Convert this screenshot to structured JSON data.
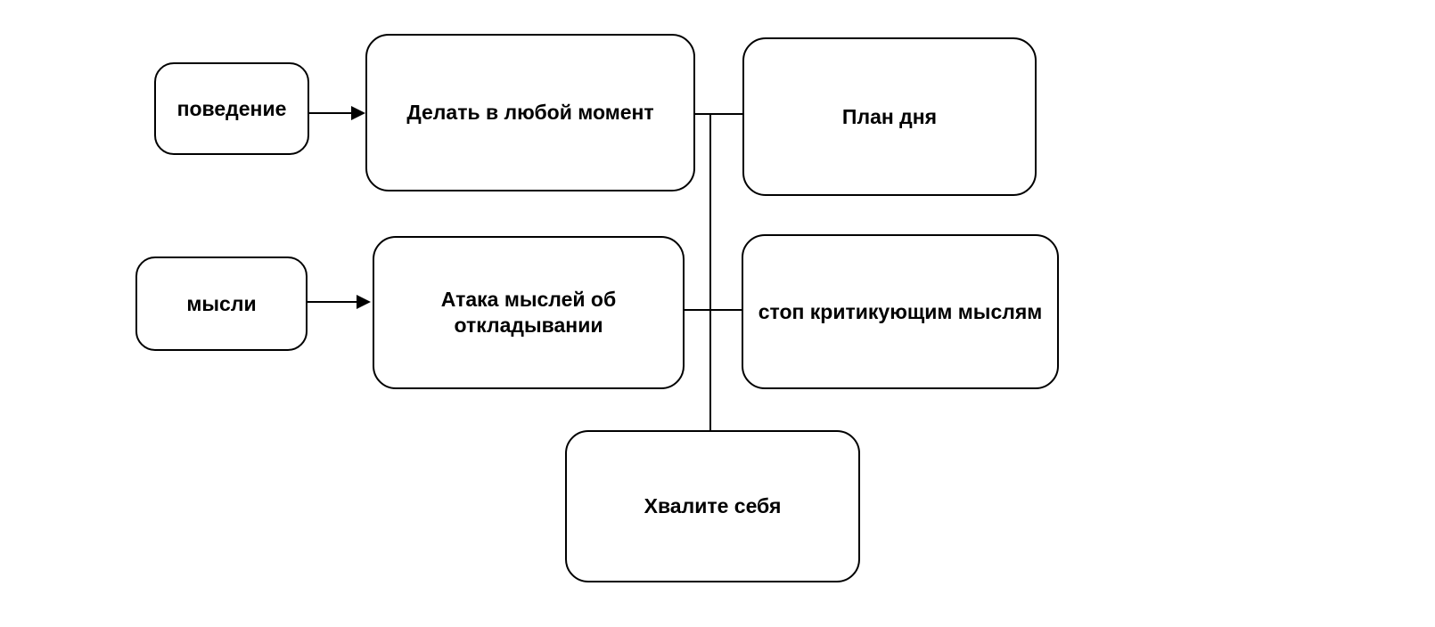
{
  "diagram": {
    "type": "flowchart",
    "colors": {
      "background": "#ffffff",
      "stroke": "#000000",
      "text": "#000000"
    },
    "nodes": {
      "behavior": {
        "label": "поведение"
      },
      "do_any_moment": {
        "label": "Делать в любой момент"
      },
      "day_plan": {
        "label": "План дня"
      },
      "thoughts": {
        "label": "мысли"
      },
      "thought_attack": {
        "label": "Атака мыслей об\nоткладывании"
      },
      "stop_critical": {
        "label": "стоп критикующим мыслям"
      },
      "praise_yourself": {
        "label": "Хвалите себя"
      }
    },
    "connections": [
      {
        "from": "behavior",
        "to": "do_any_moment",
        "style": "arrow"
      },
      {
        "from": "thoughts",
        "to": "thought_attack",
        "style": "arrow"
      },
      {
        "from": "do_any_moment",
        "to": "day_plan",
        "style": "line"
      },
      {
        "from": "thought_attack",
        "to": "stop_critical",
        "style": "line"
      },
      {
        "from": "spine",
        "to": "praise_yourself",
        "style": "line"
      }
    ]
  }
}
